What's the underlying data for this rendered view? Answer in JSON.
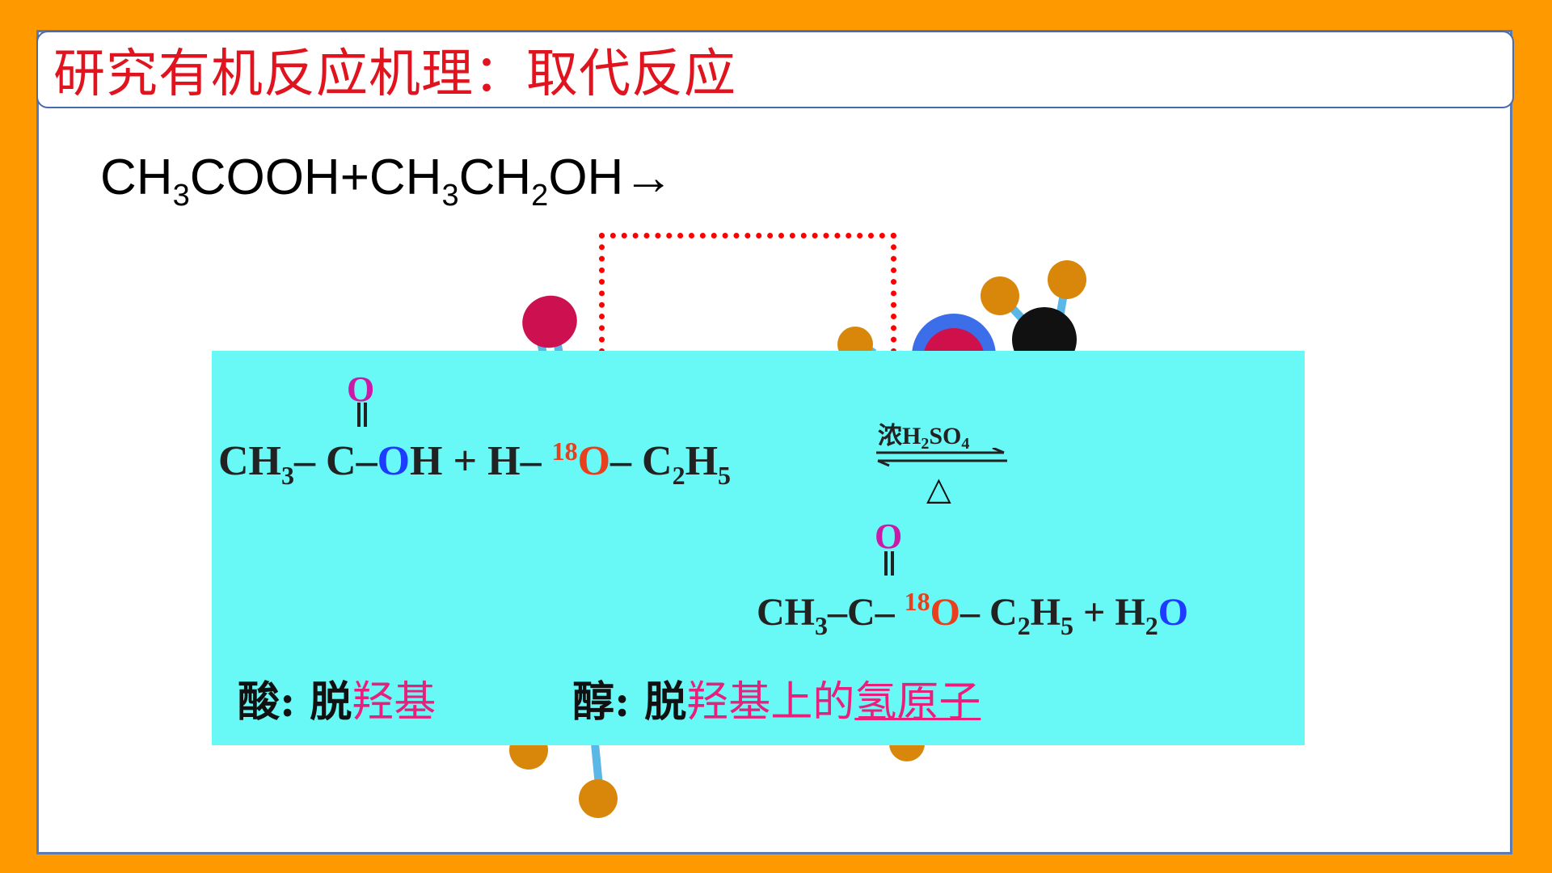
{
  "title": "研究有机反应机理：取代反应",
  "equation_top": {
    "p1": "CH",
    "s1": "3",
    "p2": "COOH+CH",
    "s2": "3",
    "p3": "CH",
    "s3": "2",
    "p4": "OH→"
  },
  "reaction": {
    "left": {
      "ch3": "CH",
      "ch3_sub": "3",
      "dash1": "–",
      "c": "C",
      "dash2": "–",
      "o": "O",
      "h": "H",
      "plus": "+",
      "h2": "H",
      "dash3": "–",
      "iso": "18",
      "o18": "O",
      "dash4": "–",
      "c2": "C",
      "c2_sub": "2",
      "h5": "H",
      "h5_sub": "5",
      "carbonyl_o": "O"
    },
    "condition": {
      "text": "浓H",
      "sub1": "2",
      "text2": "SO",
      "sub2": "4",
      "heat": "△"
    },
    "right": {
      "ch3": "CH",
      "ch3_sub": "3",
      "dash1": "–",
      "c": "C",
      "dash2": "–",
      "iso": "18",
      "o18": "O",
      "dash3": "–",
      "c2": "C",
      "c2_sub": "2",
      "h5": "H",
      "h5_sub": "5",
      "plus": "+",
      "h2": "H",
      "h2_sub": "2",
      "o": "O",
      "carbonyl_o": "O"
    }
  },
  "notes": {
    "acid_label": "酸: 脱",
    "acid_highlight": "羟基",
    "alcohol_label": "醇: 脱",
    "alcohol_highlight1": "羟基上的",
    "alcohol_highlight2": "氢原子"
  },
  "colors": {
    "background": "#FF9900",
    "title": "#E0141E",
    "panel": "#68F8F5",
    "magenta": "#CC1AA8",
    "blue": "#1E3CFF",
    "red": "#E8401C"
  }
}
